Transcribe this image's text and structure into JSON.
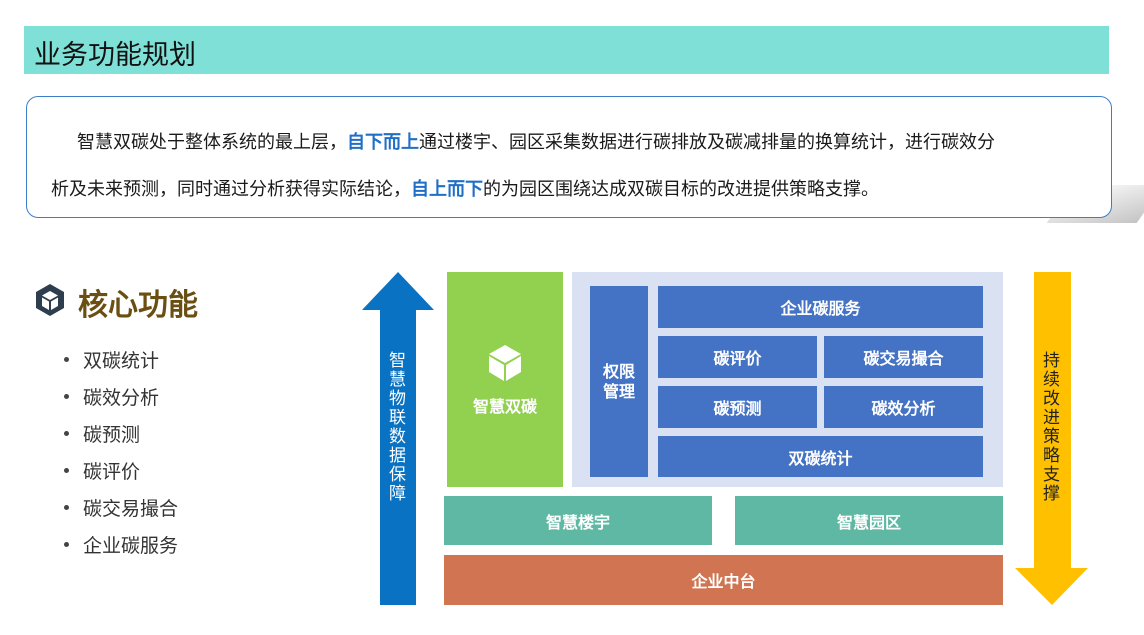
{
  "header": {
    "title": "业务功能规划"
  },
  "description": {
    "line1_a": "智慧双碳处于整体系统的最上层，",
    "line1_hl": "自下而上",
    "line1_b": "通过楼宇、园区采集数据进行碳排放及碳减排量的换算统计，进行碳效分",
    "line2_a": "析及未来预测，同时通过分析获得实际结论，",
    "line2_hl": "自上而下",
    "line2_b": "的为园区围绕达成双碳目标的改进提供策略支撑。"
  },
  "core": {
    "title": "核心功能",
    "icon": "cube-icon",
    "items": [
      "双碳统计",
      "碳效分析",
      "碳预测",
      "碳评价",
      "碳交易撮合",
      "企业碳服务"
    ]
  },
  "diagram": {
    "left_arrow": [
      "智",
      "慧",
      "物",
      "联",
      "数",
      "据",
      "保",
      "障"
    ],
    "right_arrow": [
      "持",
      "续",
      "改",
      "进",
      "策",
      "略",
      "支",
      "撑"
    ],
    "smart_carbon": {
      "label": "智慧双碳",
      "icon": "cube-icon"
    },
    "permission": "权限管理",
    "enterprise_service": "企业碳服务",
    "carbon_eval": "碳评价",
    "carbon_trade": "碳交易撮合",
    "carbon_predict": "碳预测",
    "carbon_efficiency": "碳效分析",
    "carbon_stats": "双碳统计",
    "smart_building": "智慧楼宇",
    "smart_park": "智慧园区",
    "middle_platform": "企业中台",
    "colors": {
      "blue_arrow": "#0a72c2",
      "yellow_arrow": "#ffc000",
      "green": "#92d050",
      "panel_bg": "#d9e1f2",
      "blue_box": "#4472c4",
      "teal": "#5fb8a4",
      "orange": "#d07451"
    }
  }
}
